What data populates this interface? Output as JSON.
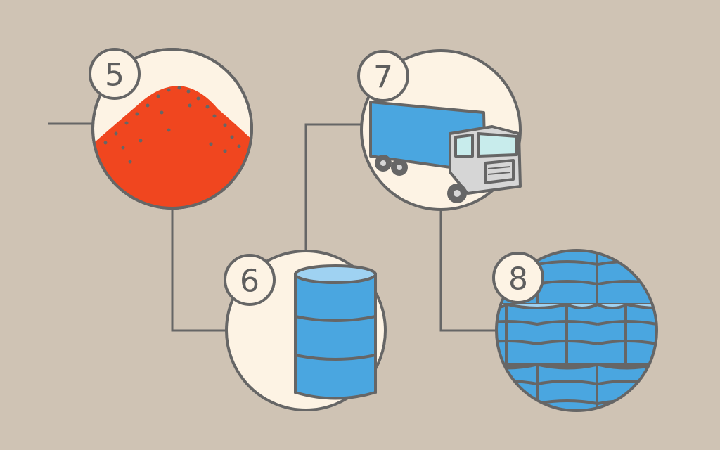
{
  "steps": [
    {
      "number": "5",
      "subject": "red-pile"
    },
    {
      "number": "6",
      "subject": "barrel"
    },
    {
      "number": "7",
      "subject": "truck"
    },
    {
      "number": "8",
      "subject": "stacked-barrels"
    }
  ],
  "colors": {
    "background": "#cfc3b4",
    "circle_fill": "#fdf3e4",
    "stroke": "#666666",
    "pile_red": "#f0461f",
    "barrel_blue": "#4aa6e0",
    "barrel_light": "#9fd2f2",
    "truck_grey": "#d6d6d6",
    "window": "#c8ecec"
  }
}
